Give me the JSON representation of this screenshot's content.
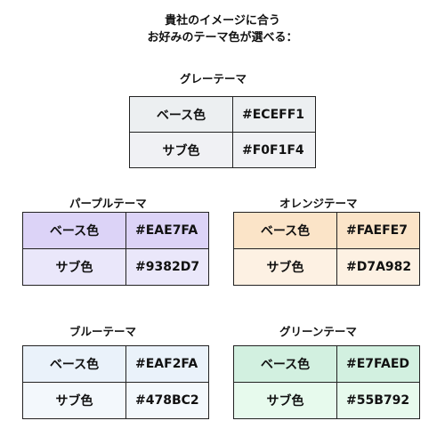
{
  "heading": {
    "line1": "貴社のイメージに合う",
    "line2": "お好みのテーマ色が選べる："
  },
  "labels": {
    "base": "ベース色",
    "sub": "サブ色"
  },
  "themes": {
    "gray": {
      "title": "グレーテーマ",
      "base_hex": "#ECEFF1",
      "sub_hex": "#F0F1F4",
      "base_bg": "#ECEFF1",
      "sub_bg": "#F0F1F4"
    },
    "purple": {
      "title": "パープルテーマ",
      "base_hex": "#EAE7FA",
      "sub_hex": "#9382D7",
      "base_bg": "#DCD3F7",
      "sub_bg": "#EAE7FA"
    },
    "orange": {
      "title": "オレンジテーマ",
      "base_hex": "#FAEFE7",
      "sub_hex": "#D7A982",
      "base_bg": "#FBE4C8",
      "sub_bg": "#FDF1E3"
    },
    "blue": {
      "title": "ブルーテーマ",
      "base_hex": "#EAF2FA",
      "sub_hex": "#478BC2",
      "base_bg": "#EAF2FA",
      "sub_bg": "#F3F8FC"
    },
    "green": {
      "title": "グリーンテーマ",
      "base_hex": "#E7FAED",
      "sub_hex": "#55B792",
      "base_bg": "#D2F0E0",
      "sub_bg": "#E7FAED"
    }
  }
}
